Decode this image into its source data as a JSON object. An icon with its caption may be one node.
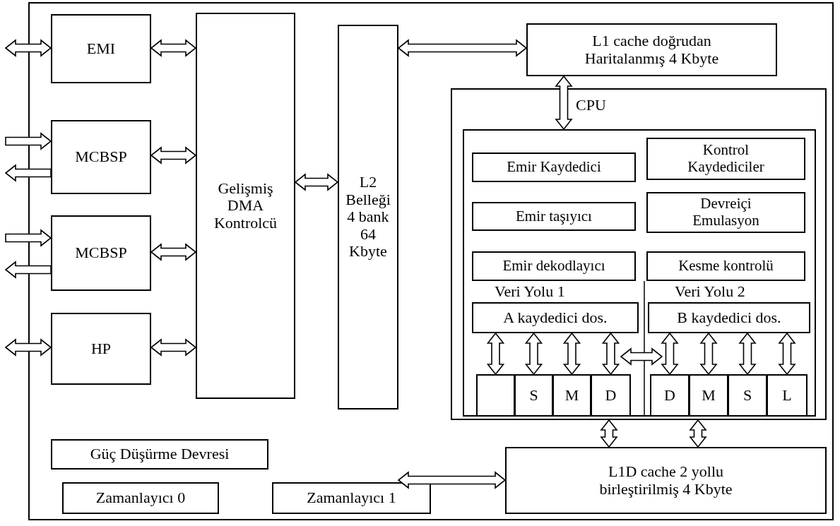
{
  "diagram": {
    "nodes": [
      {
        "text": [],
        "shape": "box"
      },
      {
        "text": [
          "EMI"
        ],
        "in": 0
      },
      {
        "text": [
          "MCBSP"
        ],
        "in": 0
      },
      {
        "text": [
          "MCBSP"
        ],
        "in": 0
      },
      {
        "text": [
          "HP"
        ],
        "in": 0
      },
      {
        "text": [
          "Gelişmiş DMA Kontrolcü"
        ],
        "in": 0
      },
      {
        "text": [
          "L2 Belleği 4 bank 64 Kbyte"
        ],
        "in": 0
      },
      {
        "text": [
          "L1 cache doğrudan Haritalanmış 4 Kbyte"
        ],
        "in": 0
      },
      {
        "text": [
          "CPU"
        ],
        "in": 0
      },
      {
        "text": [],
        "shape": "box",
        "in": 8
      },
      {
        "text": [
          "Emir Kaydedici"
        ],
        "in": 9
      },
      {
        "text": [
          "Kontrol Kaydediciler"
        ],
        "in": 9
      },
      {
        "text": [
          "Emir taşıyıcı"
        ],
        "in": 9
      },
      {
        "text": [
          "Devreiçi Emulasyon"
        ],
        "in": 9
      },
      {
        "text": [
          "Emir dekodlayıcı"
        ],
        "in": 9
      },
      {
        "text": [
          "Kesme kontrolü"
        ],
        "in": 9
      },
      {
        "text": [
          "A kaydedici dos."
        ],
        "in": 9
      },
      {
        "text": [
          "B kaydedici dos."
        ],
        "in": 9
      },
      {
        "text": [],
        "shape": "box",
        "in": 9
      },
      {
        "text": [
          "S"
        ],
        "in": 9
      },
      {
        "text": [
          "M"
        ],
        "in": 9
      },
      {
        "text": [
          "D"
        ],
        "in": 9
      },
      {
        "text": [
          "D"
        ],
        "in": 9
      },
      {
        "text": [
          "M"
        ],
        "in": 9
      },
      {
        "text": [
          "S"
        ],
        "in": 9
      },
      {
        "text": [
          "L"
        ],
        "in": 9
      },
      {
        "text": [
          "Güç Düşürme Devresi"
        ],
        "in": 0
      },
      {
        "text": [
          "L1D cache 2 yollu birleştirilmiş 4 Kbyte"
        ],
        "in": 0
      },
      {
        "text": [
          "Zamanlayıcı 0"
        ],
        "in": 0
      },
      {
        "text": [
          "Zamanlayıcı 1"
        ],
        "in": 0
      }
    ],
    "edges": [
      {
        "from": null,
        "to": 1,
        "arrow": "both"
      },
      {
        "from": null,
        "to": 2,
        "arrow": "to"
      },
      {
        "from": 2,
        "to": null,
        "arrow": "to"
      },
      {
        "from": null,
        "to": 3,
        "arrow": "to"
      },
      {
        "from": 3,
        "to": null,
        "arrow": "to"
      },
      {
        "from": null,
        "to": 4,
        "arrow": "both"
      },
      {
        "from": 1,
        "to": 5,
        "arrow": "both"
      },
      {
        "from": 2,
        "to": 5,
        "arrow": "both"
      },
      {
        "from": 3,
        "to": 5,
        "arrow": "both"
      },
      {
        "from": 4,
        "to": 5,
        "arrow": "both"
      },
      {
        "from": 5,
        "to": 6,
        "arrow": "both"
      },
      {
        "from": 6,
        "to": 7,
        "arrow": "both"
      },
      {
        "from": 7,
        "to": 9,
        "arrow": "both"
      },
      {
        "from": 6,
        "to": 27,
        "arrow": "both"
      },
      {
        "from": 8,
        "to": 27,
        "arrow": "both"
      },
      {
        "from": 8,
        "to": 27,
        "arrow": "both"
      },
      {
        "from": 16,
        "to": 18,
        "arrow": "both"
      },
      {
        "from": 16,
        "to": 19,
        "arrow": "both"
      },
      {
        "from": 16,
        "to": 20,
        "arrow": "both"
      },
      {
        "from": 16,
        "to": 21,
        "arrow": "both"
      },
      {
        "from": 17,
        "to": 22,
        "arrow": "both"
      },
      {
        "from": 17,
        "to": 23,
        "arrow": "both"
      },
      {
        "from": 17,
        "to": 24,
        "arrow": "both"
      },
      {
        "from": 17,
        "to": 25,
        "arrow": "both"
      },
      {
        "from": 21,
        "to": 22,
        "arrow": "both"
      }
    ],
    "labels": [
      "Veri Yolu 1",
      "Veri Yolu 2"
    ]
  }
}
